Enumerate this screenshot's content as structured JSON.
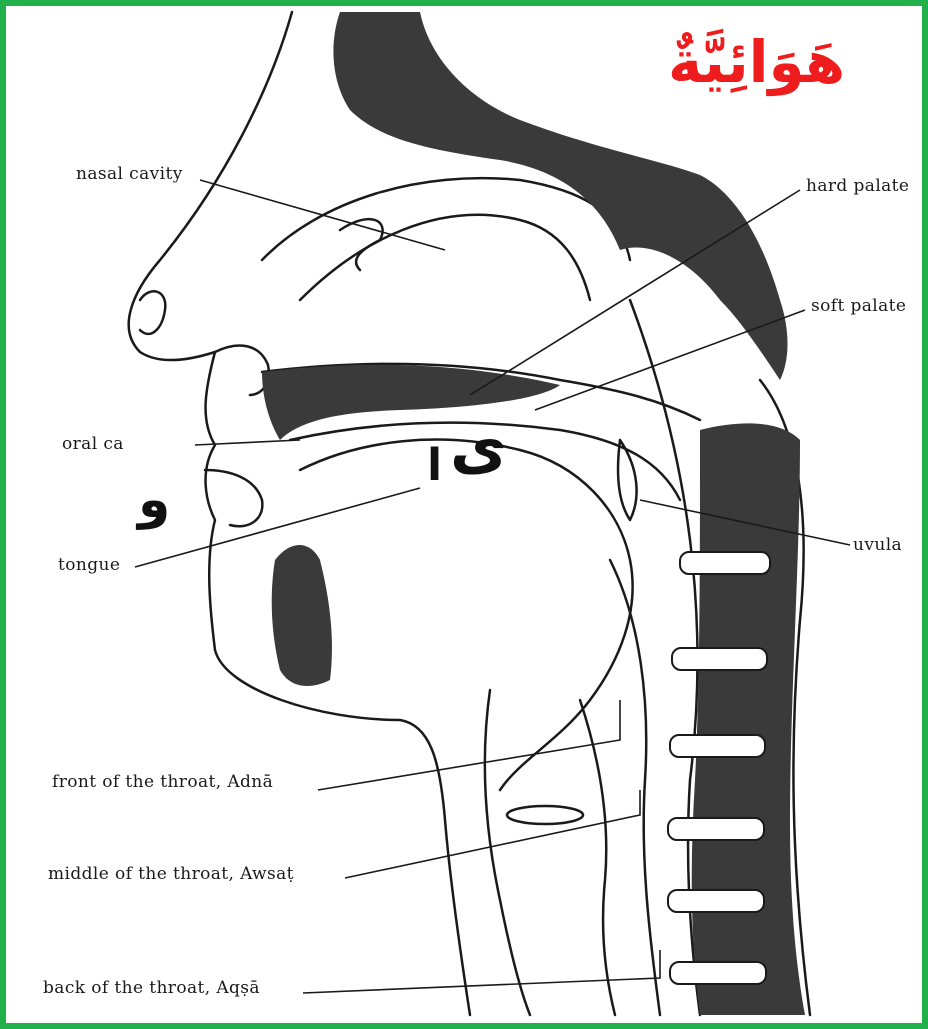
{
  "title_arabic": "هَوَائِيَّةٌ",
  "letters": {
    "waw": "و",
    "ya": "ى",
    "alif": "ا"
  },
  "labels": {
    "nasal_cavity": "nasal cavity",
    "hard_palate": "hard palate",
    "soft_palate": "soft palate",
    "oral_cavity": "oral ca",
    "tongue": "tongue",
    "uvula": "uvula",
    "front_throat": "front of the throat, Adnā",
    "middle_throat": "middle of the throat, Awsaṭ",
    "back_throat": "back of the throat, Aqṣā"
  },
  "colors": {
    "frame": "#22b04a",
    "title": "#ee1c1c",
    "ink": "#1a1a1a",
    "fill": "#3a3a3a"
  }
}
